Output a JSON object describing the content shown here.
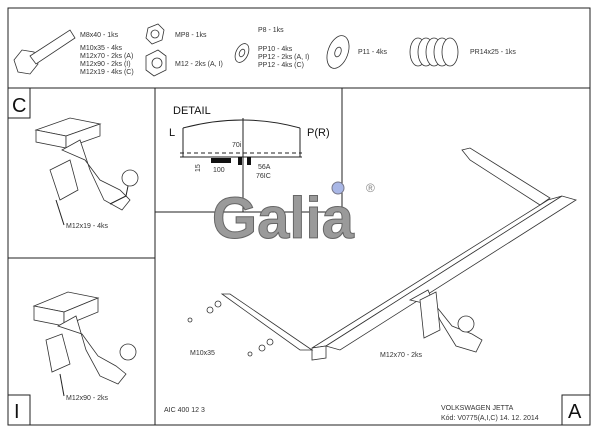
{
  "parts": {
    "bolt": [
      "M8x40 - 1ks",
      "M10x35 - 4ks",
      "M12x70 - 2ks (A)",
      "M12x90 - 2ks (I)",
      "M12x19 - 4ks (C)"
    ],
    "nut_mp8": "MP8 - 1ks",
    "nut_m12": "M12 - 2ks (A, I)",
    "washer_small": [
      "P8 - 1ks",
      "PP10 - 4ks",
      "PP12 - 2ks (A, I)",
      "PP12 - 4ks (C)"
    ],
    "washer_large": "P11 - 4ks",
    "spring": "PR14x25 - 1ks"
  },
  "panel_c": {
    "letter": "C",
    "callout": "M12x19 - 4ks"
  },
  "panel_i": {
    "letter": "I",
    "callout": "M12x90 - 2ks"
  },
  "detail": {
    "title": "DETAIL",
    "left": "L",
    "right": "P(R)",
    "dim_70": "70i",
    "dim_100": "100",
    "dim_15": "15",
    "dim_56": "56A",
    "dim_76": "76IC"
  },
  "main": {
    "callout_m10": "M10x35",
    "callout_m12": "M12x70 - 2ks",
    "letter": "A"
  },
  "logo": {
    "text": "Galia",
    "registered": "®"
  },
  "footer": {
    "code": "AIC 400 12 3",
    "vehicle": "VOLKSWAGEN JETTA",
    "kod": "Kód: V0775(A,I,C)  14. 12. 2014"
  }
}
